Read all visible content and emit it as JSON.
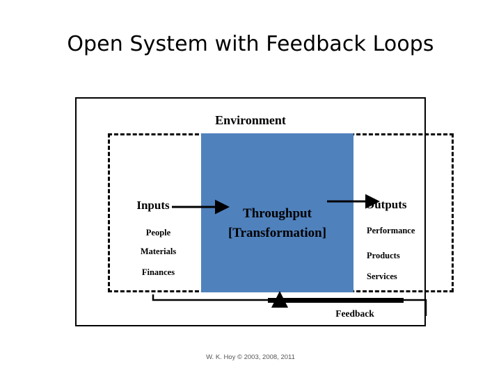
{
  "slide": {
    "title": "Open System with Feedback Loops",
    "credit": "W. K. Hoy © 2003, 2008, 2011"
  },
  "diagram": {
    "environment_label": "Environment",
    "feedback_label": "Feedback",
    "inputs": {
      "heading": "Inputs",
      "items": [
        "People",
        "Materials",
        "Finances"
      ]
    },
    "throughput": {
      "line1": "Throughput",
      "line2": "[Transformation]"
    },
    "outputs": {
      "heading": "Outputs",
      "items": [
        "Performance",
        "Products",
        "Services"
      ]
    },
    "colors": {
      "throughput_block": "#4f81bd",
      "outline": "#000000",
      "background": "#ffffff",
      "credit_text": "#555555"
    }
  }
}
